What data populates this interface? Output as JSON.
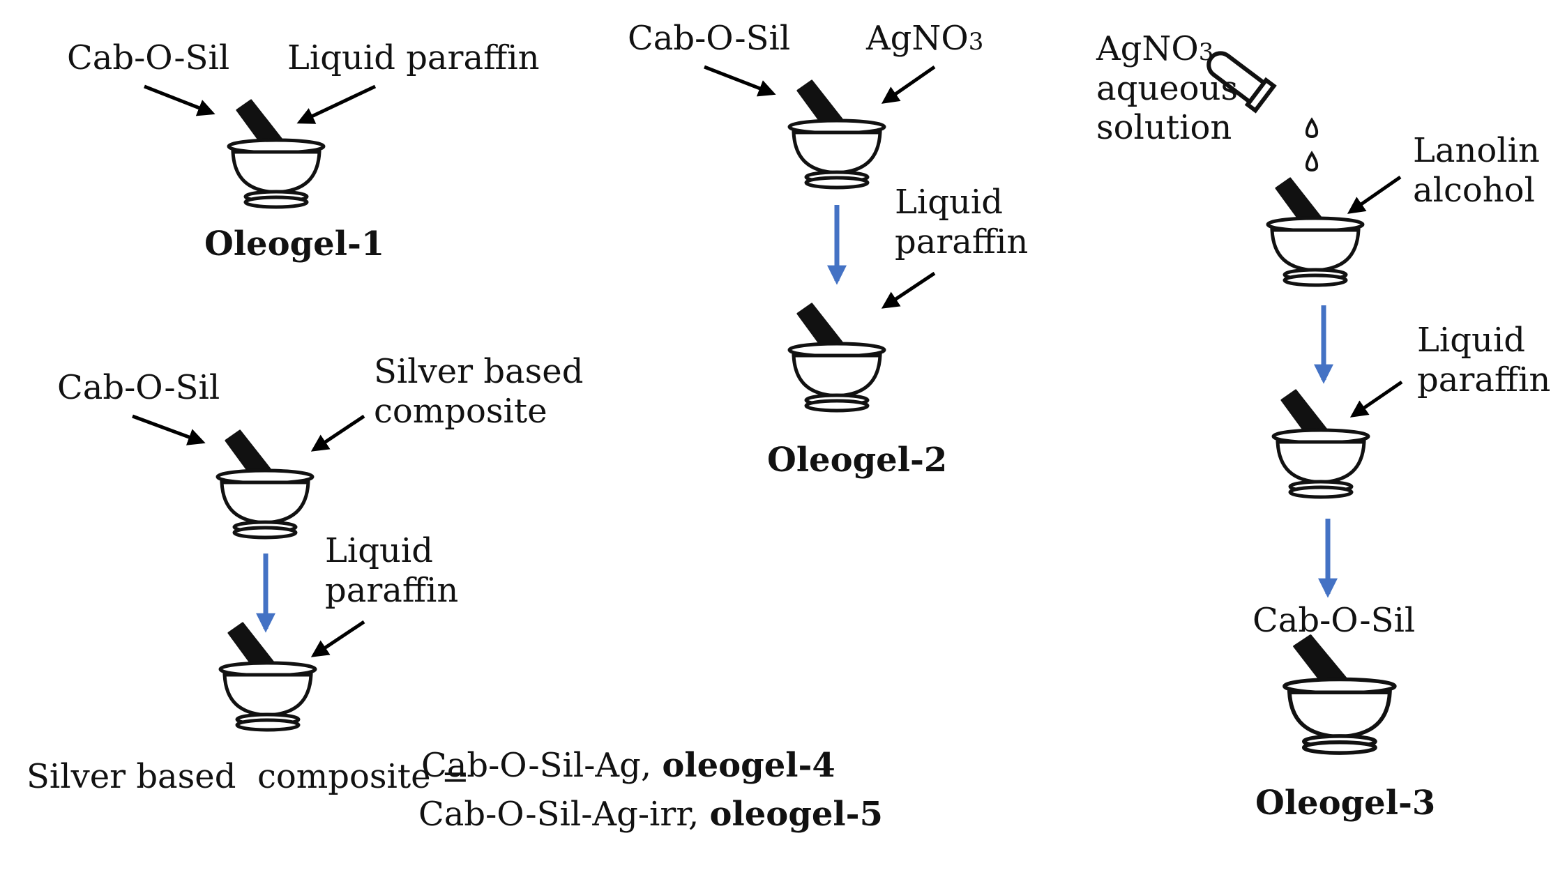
{
  "oleogel1": {
    "inputs": [
      "Cab-O-Sil",
      "Liquid paraffin"
    ],
    "title": "Oleogel-1"
  },
  "oleogel2": {
    "inputs": [
      "Cab-O-Sil",
      "AgNO",
      "3"
    ],
    "step2": "Liquid\nparaffin",
    "title": "Oleogel-2"
  },
  "oleogel3": {
    "solution": "AgNO",
    "solution_sub": "3",
    "solution_rest": "aqueous\nsolution",
    "step1": "Lanolin\nalcohol",
    "step2": "Liquid\nparaffin",
    "step3": "Cab-O-Sil",
    "title": "Oleogel-3"
  },
  "oleogel45": {
    "inputs": [
      "Cab-O-Sil",
      "Silver based\ncomposite"
    ],
    "step2": "Liquid\nparaffin"
  },
  "legend": {
    "lhs": "Silver based  composite =",
    "line1_plain": "Cab-O-Sil-Ag, ",
    "line1_bold": "oleogel-4",
    "line2_plain": "Cab-O-Sil-Ag-irr, ",
    "line2_bold": "oleogel-5"
  },
  "colors": {
    "flow_arrow": "#4472c4",
    "input_arrow": "#000000",
    "pestle": "#111111"
  }
}
